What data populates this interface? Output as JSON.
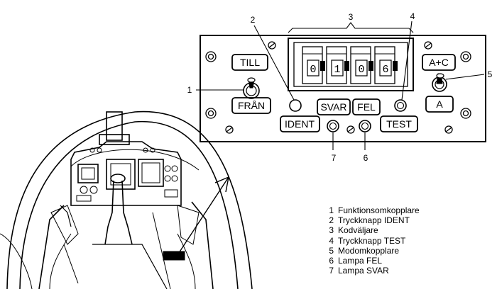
{
  "panel": {
    "labels": {
      "till": "TILL",
      "fran": "FRÅN",
      "ident": "IDENT",
      "svar": "SVAR",
      "fel": "FEL",
      "test": "TEST",
      "a_plus_c": "A+C",
      "a": "A"
    },
    "code_digits": [
      "0",
      "1",
      "0",
      "6"
    ]
  },
  "callouts": [
    "1",
    "2",
    "3",
    "4",
    "5",
    "6",
    "7"
  ],
  "legend": [
    {
      "num": "1",
      "text": "Funktionsomkopplare"
    },
    {
      "num": "2",
      "text": "Tryckknapp IDENT"
    },
    {
      "num": "3",
      "text": "Kodväljare"
    },
    {
      "num": "4",
      "text": "Tryckknapp TEST"
    },
    {
      "num": "5",
      "text": "Modomkopplare"
    },
    {
      "num": "6",
      "text": "Lampa FEL"
    },
    {
      "num": "7",
      "text": "Lampa SVAR"
    }
  ]
}
